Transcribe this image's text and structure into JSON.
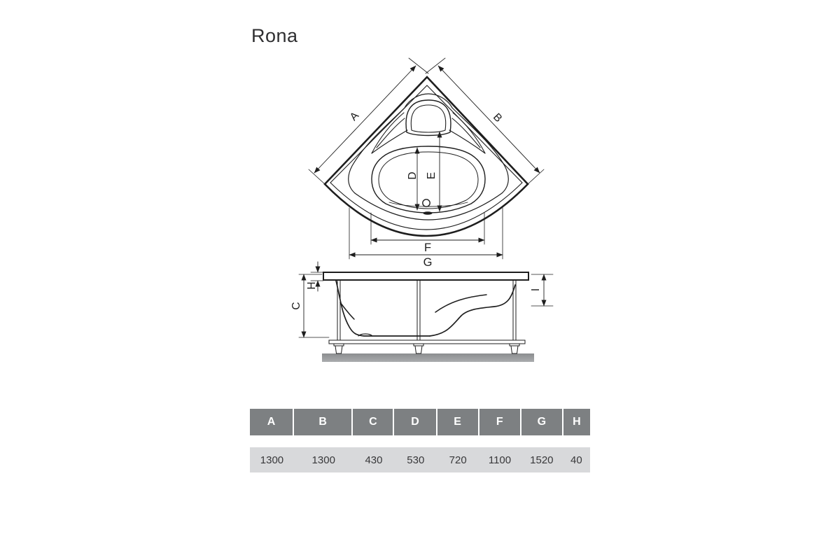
{
  "title": "Rona",
  "drawing": {
    "labels": {
      "A": "A",
      "B": "B",
      "C": "C",
      "D": "D",
      "E": "E",
      "F": "F",
      "G": "G",
      "H": "H",
      "I": "I"
    }
  },
  "table": {
    "headers": [
      "A",
      "B",
      "C",
      "D",
      "E",
      "F",
      "G",
      "H"
    ],
    "values": [
      "1300",
      "1300",
      "430",
      "530",
      "720",
      "1100",
      "1520",
      "40"
    ]
  },
  "colors": {
    "line": "#1e1e1e",
    "table_header_bg": "#7d8082",
    "table_header_text": "#ffffff",
    "table_value_bg": "#d8d9db",
    "table_value_text": "#38383a",
    "ground_gray": "#95979a"
  }
}
